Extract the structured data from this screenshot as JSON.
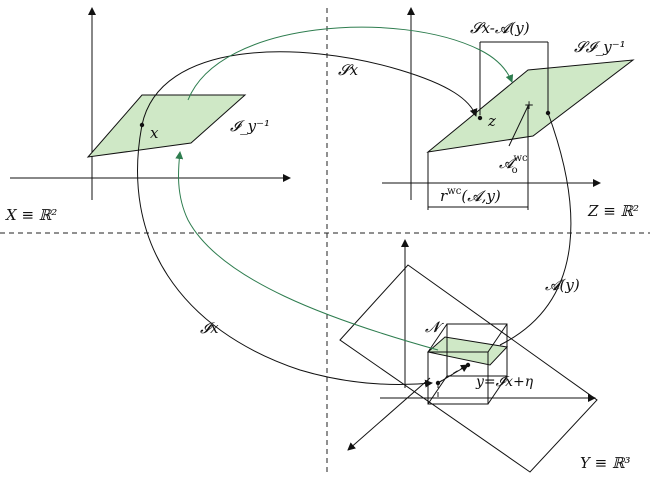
{
  "labels": {
    "x_space": "X ≡ ℝ²",
    "z_space": "Z ≡ ℝ²",
    "y_space": "Y ≡ ℝ³",
    "x_point": "x",
    "z_point": "z",
    "inv_I": "𝓘_y⁻¹",
    "S_x": "𝓢x",
    "S_minus_A": "𝓢x-𝓐(y)",
    "S_I_inv": "𝓢𝓘_y⁻¹",
    "A_wc": "𝓐",
    "A_wc_sup": "wc",
    "A_wc_sub": "o",
    "r_wc": "r",
    "r_wc_sup": "wc",
    "r_wc_args": "(𝓐,y)",
    "A_y": "𝓐(y)",
    "I_x": "𝓘x",
    "N": "𝓝",
    "y_eq": "y=𝓘x+η"
  },
  "colors": {
    "plane_fill": "#cfe8c6",
    "green_arrow": "#2e7d4f",
    "ink": "#111111"
  }
}
